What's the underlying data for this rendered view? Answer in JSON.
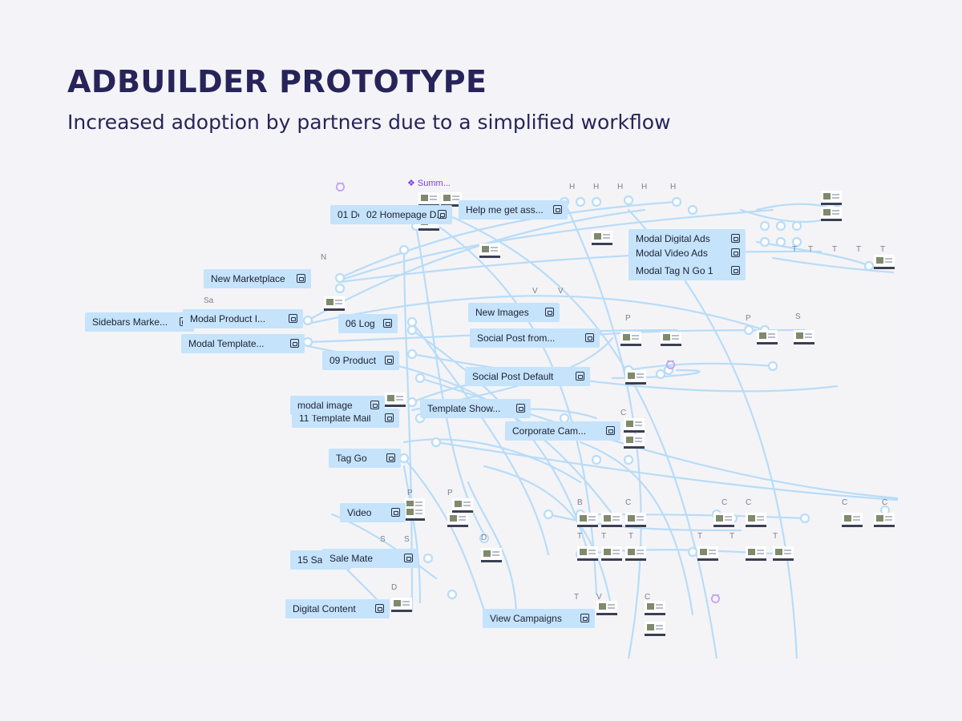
{
  "header": {
    "title": "ADBUILDER PROTOTYPE",
    "subtitle": "Increased adoption by partners due to a simplified workflow"
  },
  "flow": {
    "summary_label": "❖ Summ...",
    "nodes": {
      "n01": "01 De",
      "n02": "02 Homepage D...",
      "help": "Help me get ass...",
      "new_marketplace": "New Marketplace",
      "sidebars": "Sidebars Marke...",
      "modal_product": "Modal Product I...",
      "modal_template": "Modal Template...",
      "n06": "06 Log",
      "new_images": "New Images",
      "social_post_from": "Social Post from...",
      "n09": "09 Product",
      "social_post_default": "Social Post Default",
      "modal_image": "modal image",
      "template_mail": "11 Template Mail",
      "template_show": "Template Show...",
      "corporate_cam": "Corporate Cam...",
      "tag_go": "Tag Go",
      "video": "Video",
      "sale_mate": "Sale Mate",
      "sale_15": "15 Sa",
      "digital_content": "Digital Content",
      "view_campaigns": "View Campaigns",
      "modal_digital_ads": "Modal Digital Ads",
      "modal_video_ads": "Modal Video Ads",
      "modal_tag_n_go": "Modal Tag N Go 1"
    }
  },
  "colors": {
    "title": "#27245a",
    "node_fill": "#c5e3fb",
    "wire": "#b8dcf8",
    "flow_accent": "#7c3aed"
  }
}
